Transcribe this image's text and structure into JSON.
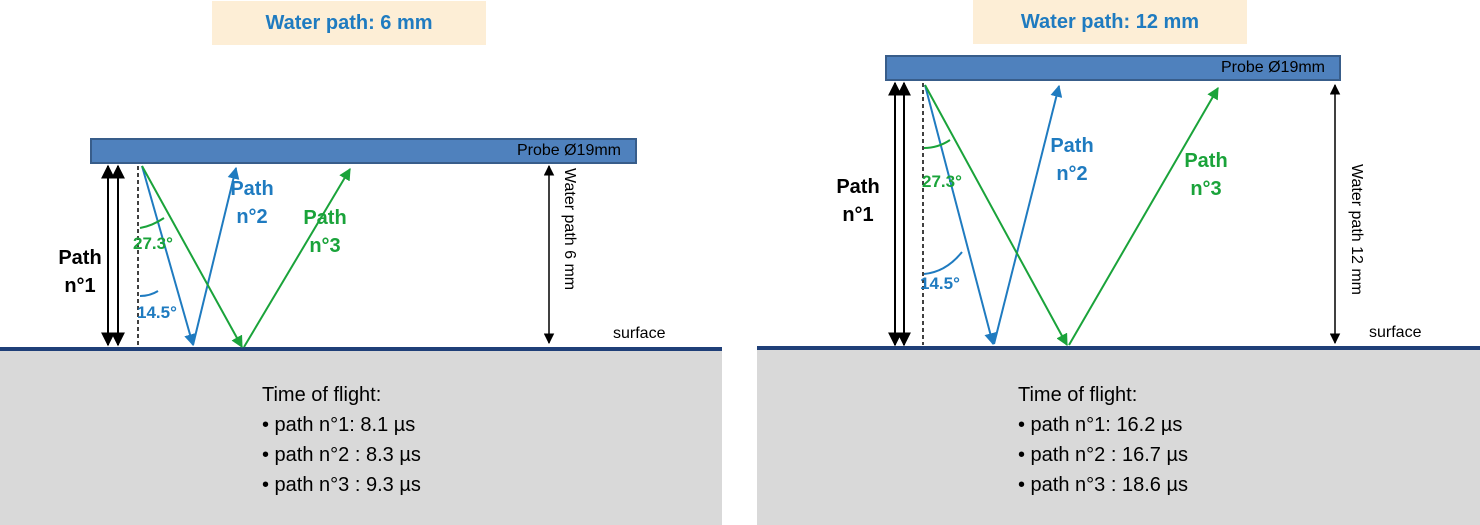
{
  "panels": [
    {
      "title": "Water path: 6 mm",
      "probe_label": "Probe Ø19mm",
      "path1_line1": "Path",
      "path1_line2": "n°1",
      "path2_line1": "Path",
      "path2_line2": "n°2",
      "path3_line1": "Path",
      "path3_line2": "n°3",
      "angle_green": "27.3°",
      "angle_blue": "14.5°",
      "water_path_label": "Water path 6 mm",
      "surface_label": "surface",
      "tof_title": "Time of flight:",
      "tof_items": [
        "• path n°1: 8.1 µs",
        "• path n°2 : 8.3 µs",
        "• path n°3 : 9.3 µs"
      ]
    },
    {
      "title": "Water path: 12 mm",
      "probe_label": "Probe Ø19mm",
      "path1_line1": "Path",
      "path1_line2": "n°1",
      "path2_line1": "Path",
      "path2_line2": "n°2",
      "path3_line1": "Path",
      "path3_line2": "n°3",
      "angle_green": "27.3°",
      "angle_blue": "14.5°",
      "water_path_label": "Water path 12 mm",
      "surface_label": "surface",
      "tof_title": "Time of flight:",
      "tof_items": [
        "• path n°1: 16.2 µs",
        "• path n°2 : 16.7 µs",
        "• path n°3 : 18.6 µs"
      ]
    }
  ],
  "colors": {
    "title_text": "#1f7bc0",
    "title_bg": "#fdeed6",
    "probe_fill": "#4f81bd",
    "ground": "#d9d9d9",
    "surface_line": "#1f3f78",
    "path_blue": "#1f7bc0",
    "path_green": "#1aa33a",
    "path_black": "#000000"
  }
}
